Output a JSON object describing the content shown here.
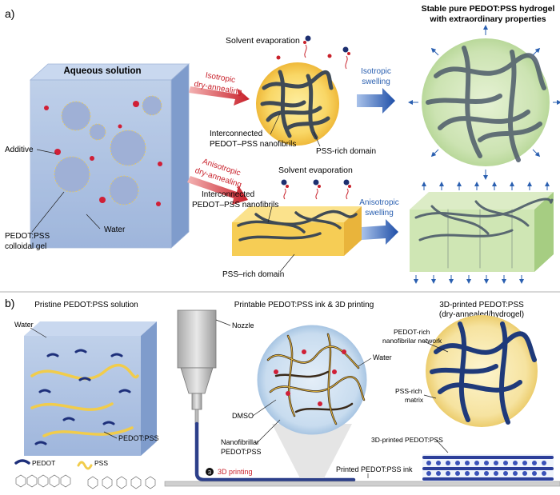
{
  "panel_a": {
    "label": "a)",
    "aqueous_title": "Aqueous solution",
    "additive": "Additive",
    "colloid_l1": "PEDOT:PSS",
    "colloid_l2": "colloidal gel",
    "water": "Water",
    "iso_anneal_l1": "Isotropic",
    "iso_anneal_l2": "dry-annealing",
    "aniso_anneal_l1": "Anisotropic",
    "aniso_anneal_l2": "dry-annealing",
    "solvent_evap_top": "Solvent evaporation",
    "solvent_evap_bottom": "Solvent evaporation",
    "nanofibrils_top_l1": "Interconnected",
    "nanofibrils_top_l2": "PEDOT–PSS nanofibrils",
    "nanofibrils_bottom_l1": "Interconnected",
    "nanofibrils_bottom_l2": "PEDOT–PSS nanofibrils",
    "pss_rich_top": "PSS-rich domain",
    "pss_rich_bottom": "PSS–rich domain",
    "iso_swell_l1": "Isotropic",
    "iso_swell_l2": "swelling",
    "aniso_swell_l1": "Anisotropic",
    "aniso_swell_l2": "swelling",
    "hydrogel_title_l1": "Stable pure PEDOT:PSS hydrogel",
    "hydrogel_title_l2": "with extraordinary properties"
  },
  "panel_b": {
    "label": "b)",
    "pristine_title": "Pristine PEDOT:PSS solution",
    "water": "Water",
    "pedot_pss": "PEDOT:PSS",
    "legend_pedot": "PEDOT",
    "legend_pss": "PSS",
    "printable_title": "Printable PEDOT:PSS ink & 3D printing",
    "nozzle": "Nozzle",
    "water2": "Water",
    "dmso": "DMSO",
    "nanofibrillar_l1": "Nanofibrillar",
    "nanofibrillar_l2": "PEDOT:PSS",
    "step_number": "3",
    "printing": "3D printing",
    "printed_ink": "Printed PEDOT:PSS ink",
    "printed_title_l1": "3D-printed PEDOT:PSS",
    "printed_title_l2": "(dry-annealed/hydrogel)",
    "network_l1": "PEDOT-rich",
    "network_l2": "nanofibrilar network",
    "matrix_l1": "PSS-rich",
    "matrix_l2": "matrix",
    "printed_label": "3D-printed PEDOT:PSS"
  },
  "colors": {
    "red_label": "#c8202a",
    "blue_label": "#2a5fb0",
    "fiber_dark": "#3f4a55",
    "fiber_blue": "#2c3f7a",
    "yellow": "#f7cf5a",
    "green": "#cfe6b4"
  }
}
